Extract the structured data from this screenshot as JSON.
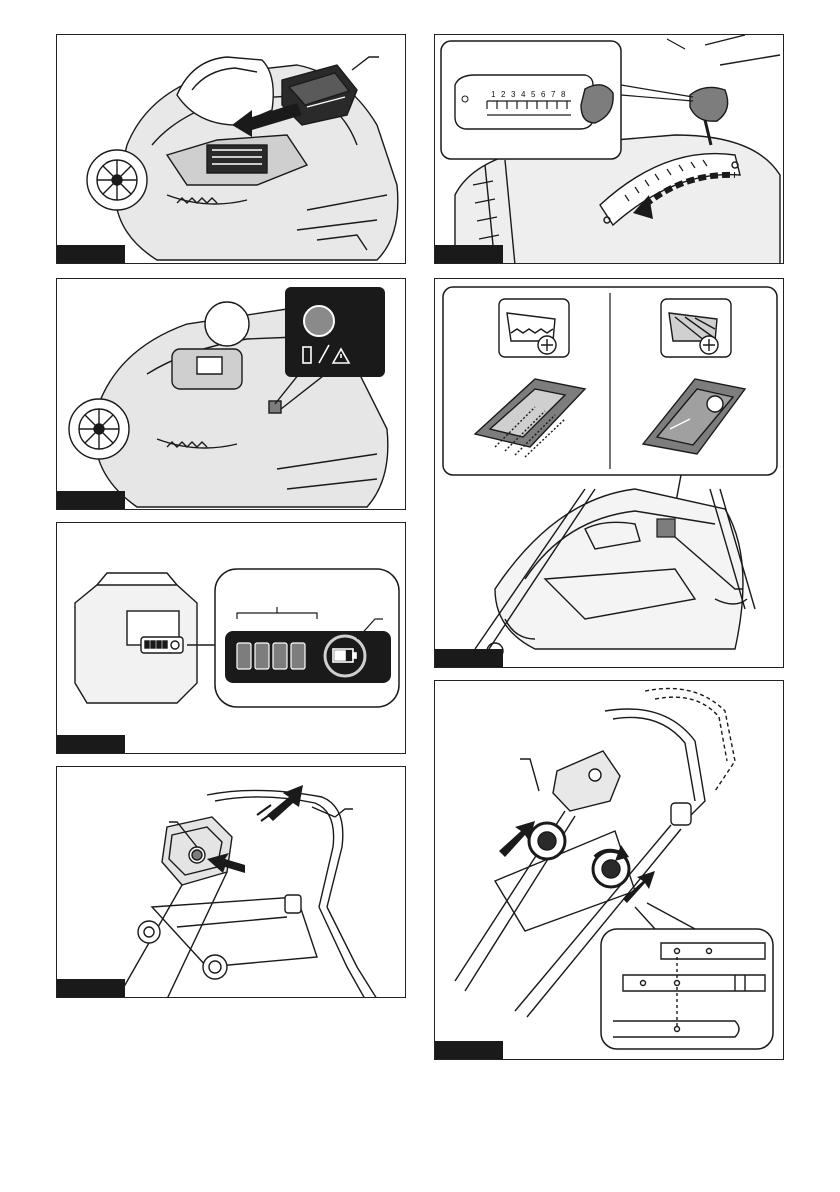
{
  "page": {
    "figures": [
      {
        "id": "fig-1",
        "subject": "battery-insertion"
      },
      {
        "id": "fig-2",
        "subject": "battery-indicator-lamp"
      },
      {
        "id": "fig-3",
        "subject": "battery-remaining-capacity"
      },
      {
        "id": "fig-4",
        "subject": "switch-box-lock-off"
      },
      {
        "id": "fig-5",
        "subject": "cutting-height-adjustment"
      },
      {
        "id": "fig-6",
        "subject": "grass-bag-indicator"
      },
      {
        "id": "fig-7",
        "subject": "handle-height-adjustment"
      }
    ]
  },
  "height_scale": {
    "numbers": [
      "1",
      "2",
      "3",
      "4",
      "5",
      "6",
      "7",
      "8"
    ]
  },
  "colors": {
    "ink": "#1a1a1a",
    "tone_gray": "#7d7d7d",
    "light_gray": "#d0d0d0",
    "paper": "#ffffff"
  },
  "icons": [
    "arrow-icon",
    "battery-icon",
    "warning-triangle-icon",
    "battery-cell-icon"
  ]
}
